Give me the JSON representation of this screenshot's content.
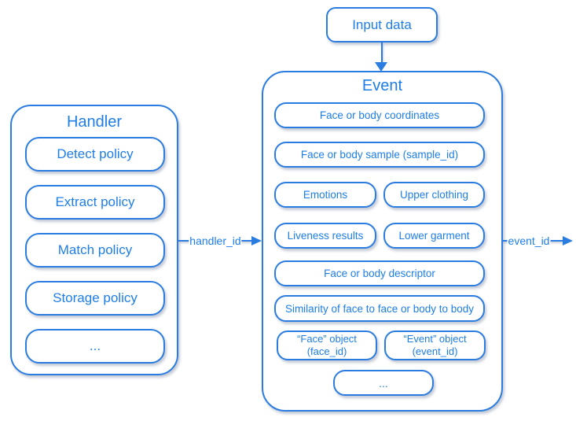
{
  "colors": {
    "accent": "#1e7ee8",
    "line": "#2b7ce0"
  },
  "input_node": {
    "label": "Input data"
  },
  "handler": {
    "title": "Handler",
    "items": [
      "Detect policy",
      "Extract policy",
      "Match policy",
      "Storage policy",
      "..."
    ]
  },
  "event": {
    "title": "Event",
    "full_items": [
      "Face or body coordinates",
      "Face or body sample (sample_id)"
    ],
    "grid_items": [
      [
        "Emotions",
        "Upper clothing"
      ],
      [
        "Liveness results",
        "Lower garment"
      ]
    ],
    "full_items2": [
      "Face or body descriptor",
      "Similarity of face to face or body to body"
    ],
    "object_items": [
      {
        "line1": "“Face” object",
        "line2": "(face_id)"
      },
      {
        "line1": "“Event” object",
        "line2": "(event_id)"
      }
    ],
    "more": "..."
  },
  "arrows": {
    "handler_id": "handler_id",
    "event_id": "event_id"
  }
}
